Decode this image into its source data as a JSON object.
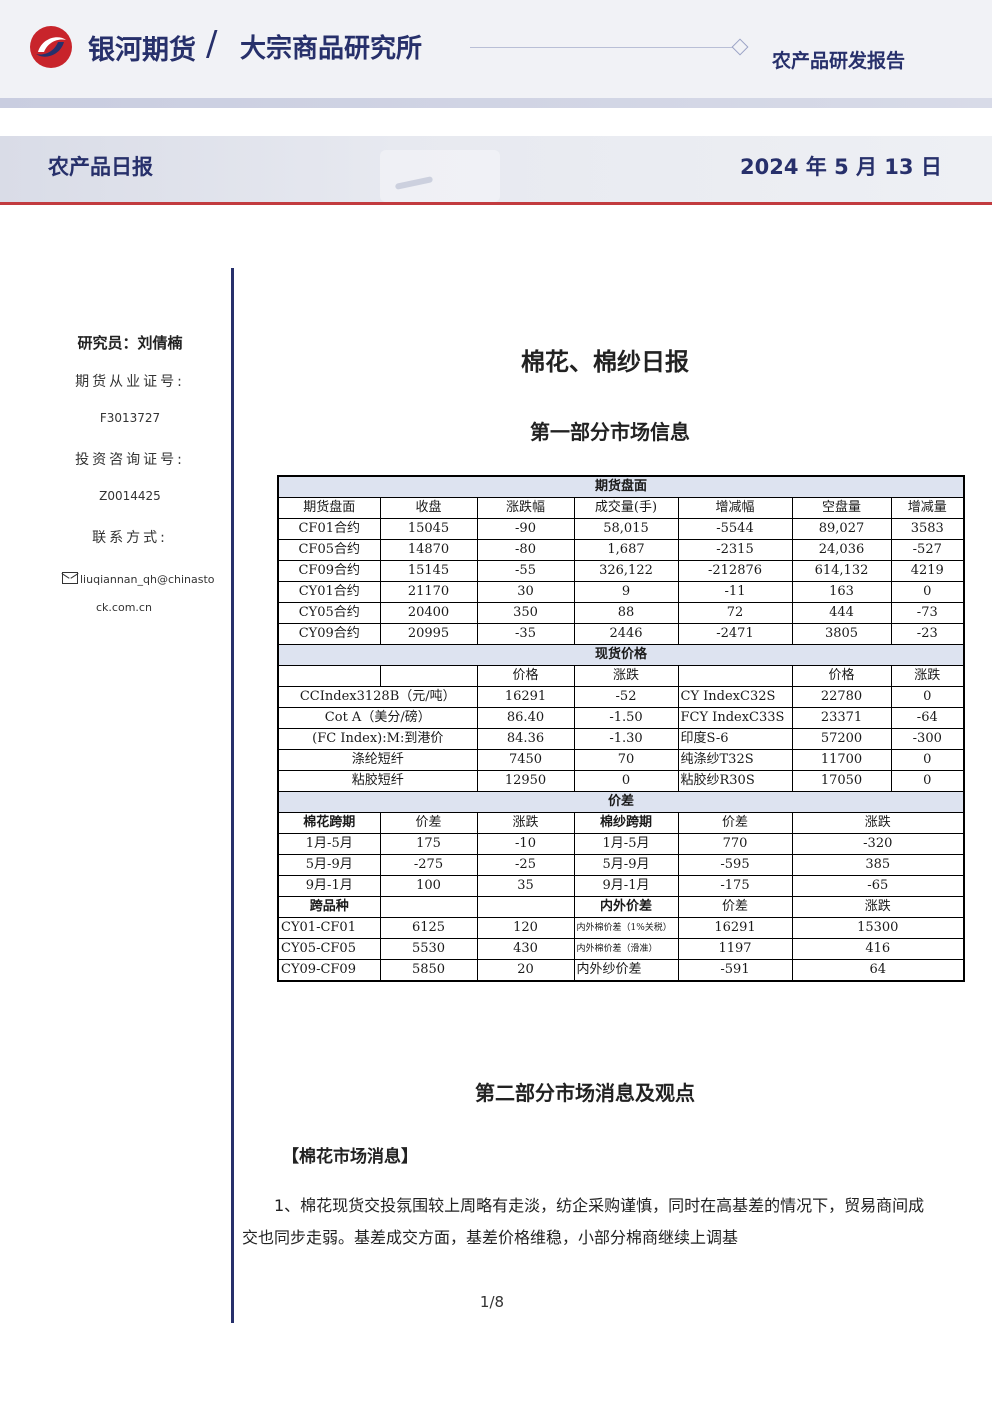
{
  "header": {
    "brand": "银河期货",
    "slash": "/",
    "institute": "大宗商品研究所",
    "report_type": "农产品研发报告"
  },
  "banner": {
    "title": "农产品日报",
    "date": "2024 年 5 月 13 日"
  },
  "sidebar": {
    "researcher": "研究员：刘倩楠",
    "license_label": "期货从业证号:",
    "license_no": "F3013727",
    "consult_label": "投资咨询证号:",
    "consult_no": "Z0014425",
    "contact_label": "联系方式:",
    "email_line1": "liuqiannan_qh@chinasto",
    "email_line2": "ck.com.cn"
  },
  "main": {
    "title": "棉花、棉纱日报",
    "part1": "第一部分市场信息",
    "part2": "第二部分市场消息及观点",
    "cotton_news_heading": "【棉花市场消息】",
    "paragraph": "1、棉花现货交投氛围较上周略有走淡，纺企采购谨慎，同时在高基差的情况下，贸易商间成交也同步走弱。基差成交方面，基差价格维稳，小部分棉商继续上调基",
    "page": "1/8"
  },
  "table": {
    "futures_title": "期货盘面",
    "futures_headers": [
      "期货盘面",
      "收盘",
      "涨跌幅",
      "成交量(手)",
      "增减幅",
      "空盘量",
      "增减量"
    ],
    "futures_rows": [
      [
        "CF01合约",
        "15045",
        "-90",
        "58,015",
        "-5544",
        "89,027",
        "3583"
      ],
      [
        "CF05合约",
        "14870",
        "-80",
        "1,687",
        "-2315",
        "24,036",
        "-527"
      ],
      [
        "CF09合约",
        "15145",
        "-55",
        "326,122",
        "-212876",
        "614,132",
        "4219"
      ],
      [
        "CY01合约",
        "21170",
        "30",
        "9",
        "-11",
        "163",
        "0"
      ],
      [
        "CY05合约",
        "20400",
        "350",
        "88",
        "72",
        "444",
        "-73"
      ],
      [
        "CY09合约",
        "20995",
        "-35",
        "2446",
        "-2471",
        "3805",
        "-23"
      ]
    ],
    "spot_title": "现货价格",
    "spot_headers": [
      "",
      "价格",
      "涨跌",
      "",
      "价格",
      "涨跌"
    ],
    "spot_rows": [
      [
        "CCIndex3128B（元/吨）",
        "16291",
        "-52",
        "CY IndexC32S",
        "22780",
        "0"
      ],
      [
        "Cot A（美分/磅）",
        "86.40",
        "-1.50",
        "FCY IndexC33S",
        "23371",
        "-64"
      ],
      [
        "(FC Index):M:到港价",
        "84.36",
        "-1.30",
        "印度S-6",
        "57200",
        "-300"
      ],
      [
        "涤纶短纤",
        "7450",
        "70",
        "纯涤纱T32S",
        "11700",
        "0"
      ],
      [
        "粘胶短纤",
        "12950",
        "0",
        "粘胶纱R30S",
        "17050",
        "0"
      ]
    ],
    "spread_title": "价差",
    "spread_headers": [
      "棉花跨期",
      "价差",
      "涨跌",
      "棉纱跨期",
      "价差",
      "涨跌"
    ],
    "spread_rows": [
      [
        "1月-5月",
        "175",
        "-10",
        "1月-5月",
        "770",
        "-320"
      ],
      [
        "5月-9月",
        "-275",
        "-25",
        "5月-9月",
        "-595",
        "385"
      ],
      [
        "9月-1月",
        "100",
        "35",
        "9月-1月",
        "-175",
        "-65"
      ]
    ],
    "cross_headers": [
      "跨品种",
      "",
      "",
      "内外价差",
      "价差",
      "涨跌"
    ],
    "cross_rows": [
      [
        "CY01-CF01",
        "6125",
        "120",
        "内外棉价差（1%关税）",
        "16291",
        "15300"
      ],
      [
        "CY05-CF05",
        "5530",
        "430",
        "内外棉价差（滑准）",
        "1197",
        "416"
      ],
      [
        "CY09-CF09",
        "5850",
        "20",
        "内外纱价差",
        "-591",
        "64"
      ]
    ]
  }
}
